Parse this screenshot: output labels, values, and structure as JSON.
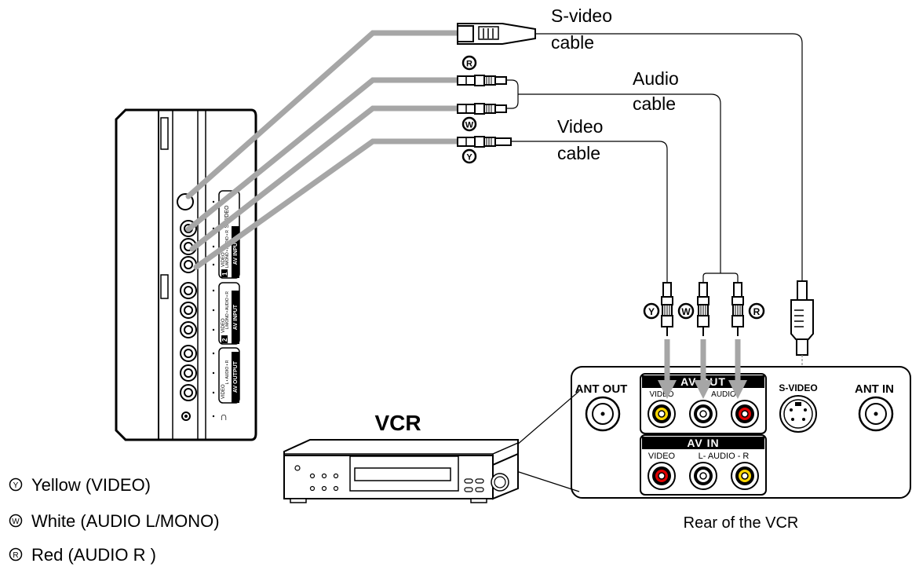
{
  "cable_labels": {
    "svideo": [
      "S-video",
      "cable"
    ],
    "audio": [
      "Audio",
      "cable"
    ],
    "video": [
      "Video",
      "cable"
    ]
  },
  "tv_panel": {
    "svideo_label": "S-VIDEO",
    "input1": {
      "number": "1",
      "video": "VIDEO",
      "audio": "L/MONO • AUDIO • R",
      "title": "AV INPUT"
    },
    "input2": {
      "number": "2",
      "video": "VIDEO",
      "audio": "L/MONO • AUDIO • R",
      "title": "AV INPUT"
    },
    "output": {
      "video": "VIDEO",
      "audio": "L • AUDIO • R",
      "title": "AV OUTPUT"
    }
  },
  "vcr": {
    "title": "VCR",
    "rear_caption": "Rear of the VCR",
    "ant_out": "ANT OUT",
    "ant_in": "ANT IN",
    "svideo": "S-VIDEO",
    "av_out": {
      "title": "AV OUT",
      "video": "VIDEO",
      "audio": "AUDIO"
    },
    "av_in": {
      "title": "AV IN",
      "video": "VIDEO",
      "audio": "L- AUDIO - R"
    }
  },
  "plug_markers": {
    "yellow": "Y",
    "white": "W",
    "red": "R"
  },
  "legend": [
    {
      "marker": "Y",
      "text": "Yellow (VIDEO)"
    },
    {
      "marker": "W",
      "text": "White (AUDIO L/MONO)"
    },
    {
      "marker": "R",
      "text": "Red (AUDIO R )"
    }
  ],
  "colors": {
    "yellow": "#ffd700",
    "red": "#e00000",
    "white": "#ffffff",
    "cable_gray": "#a6a6a6"
  }
}
